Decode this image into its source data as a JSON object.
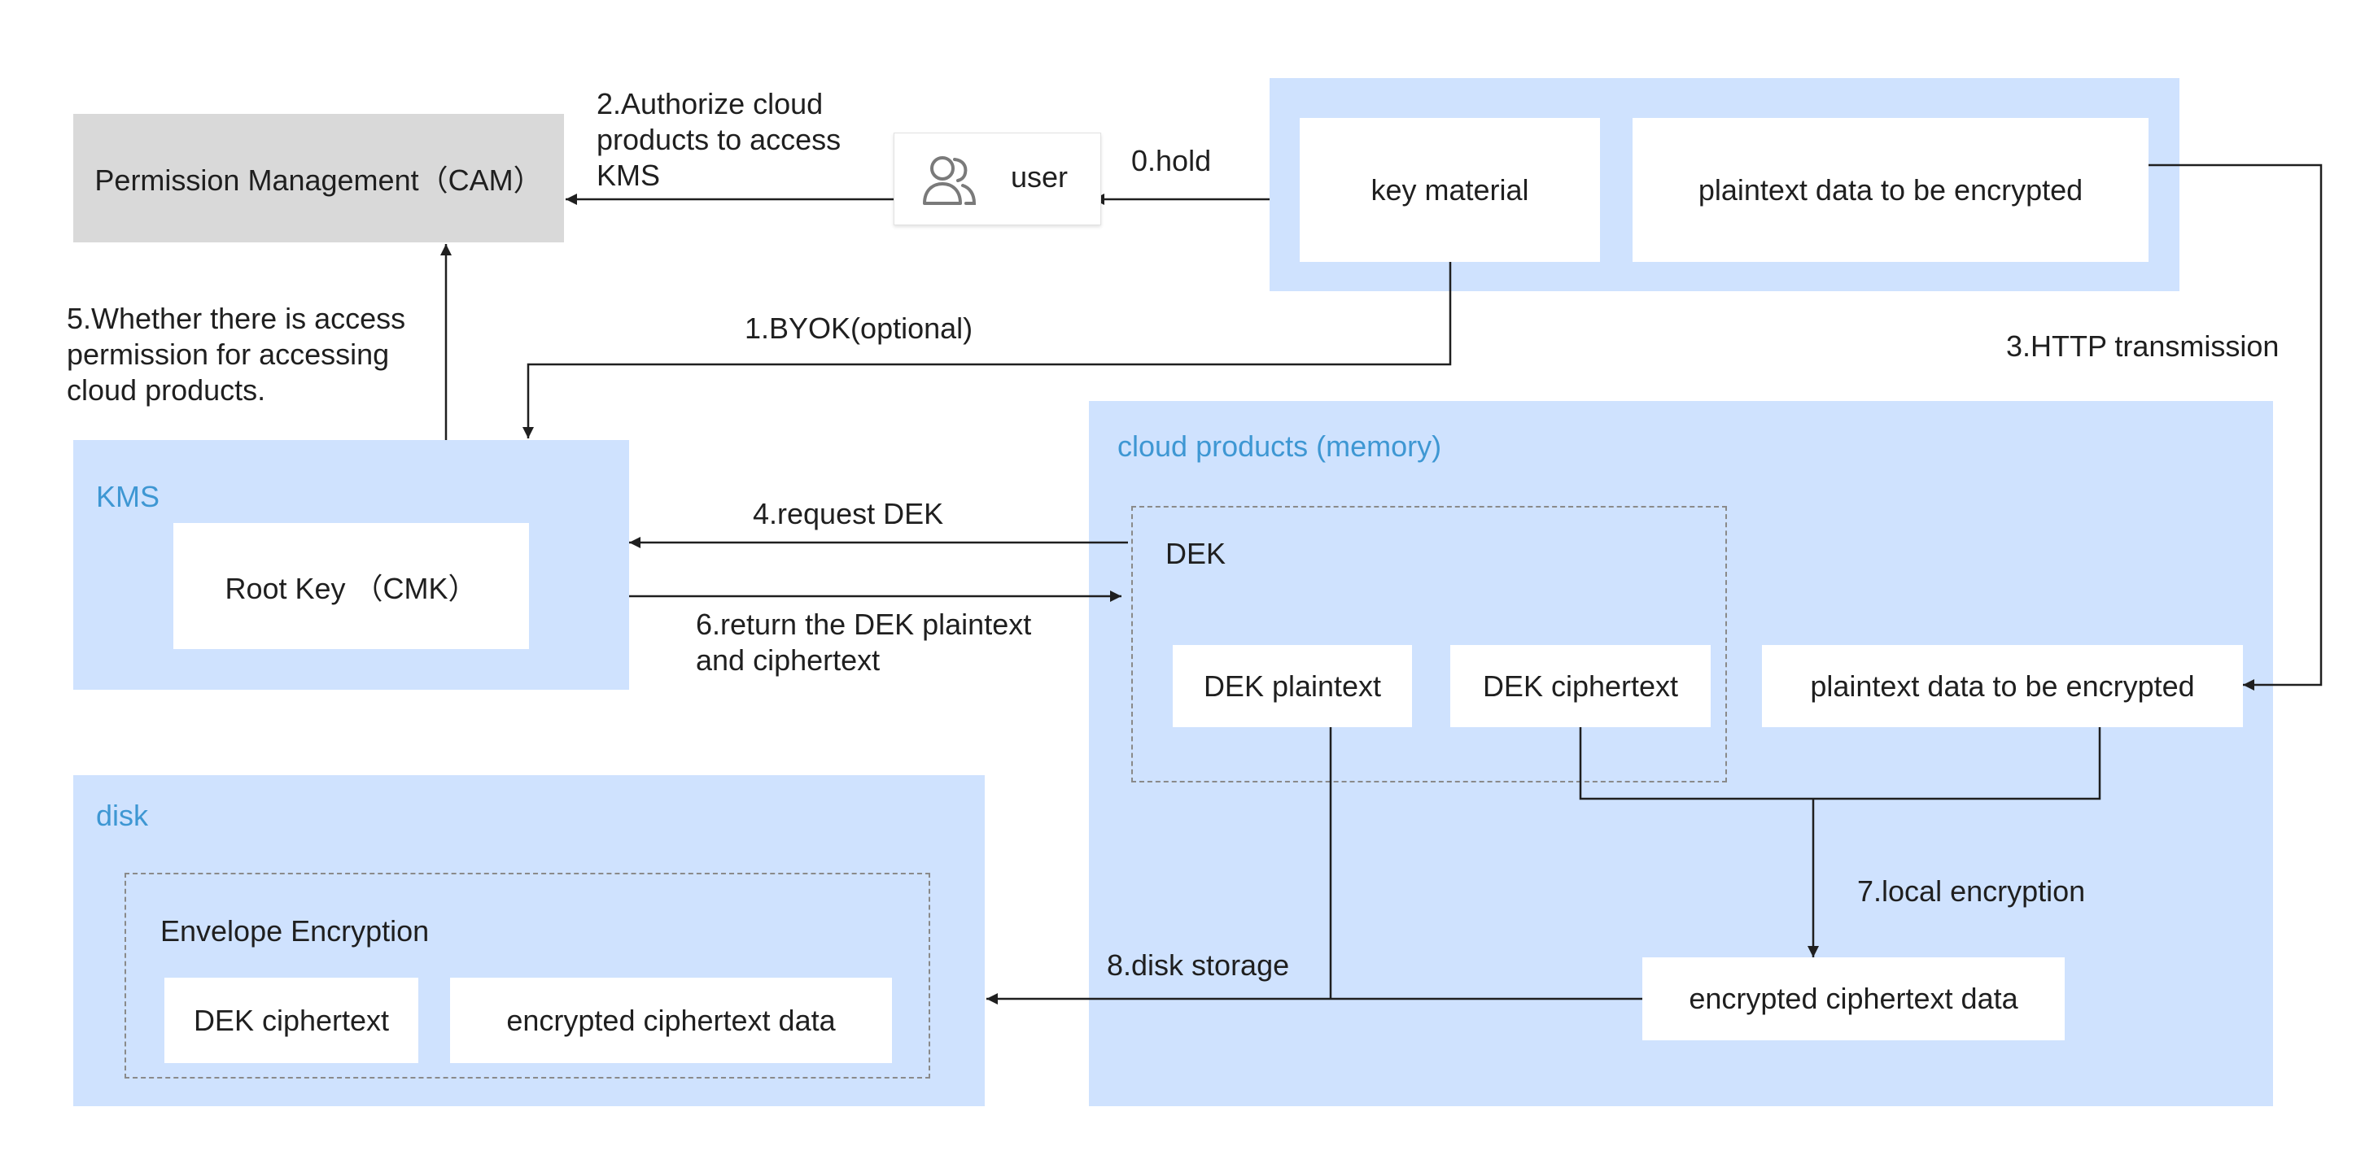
{
  "colors": {
    "region_fill": "#cfe2fe",
    "cam_fill": "#d9d9d9",
    "region_title": "#3e97d3",
    "line": "#1f1f1f",
    "dash": "#8a8a8a"
  },
  "nodes": {
    "cam": "Permission Management（CAM）",
    "user": "user",
    "key_material": "key material",
    "plaintext_top": "plaintext data to be encrypted",
    "root_key": "Root Key （CMK）",
    "dek_plaintext": "DEK plaintext",
    "dek_ciphertext": "DEK ciphertext",
    "plaintext_cloud": "plaintext data to be encrypted",
    "encrypted_cloud": "encrypted ciphertext data",
    "disk_dek_ciphertext": "DEK ciphertext",
    "disk_encrypted": "encrypted ciphertext data"
  },
  "regions": {
    "kms": "KMS",
    "cloud": "cloud products (memory)",
    "disk": "disk"
  },
  "groups": {
    "dek": "DEK",
    "envelope": "Envelope Encryption"
  },
  "icons": {
    "user": "users-icon"
  },
  "steps": {
    "s0": "0.hold",
    "s1": "1.BYOK(optional)",
    "s2": [
      "2.Authorize cloud",
      "products to access",
      "KMS"
    ],
    "s3": "3.HTTP transmission",
    "s4": "4.request DEK",
    "s5": [
      "5.Whether there is access",
      "permission for accessing",
      "cloud products."
    ],
    "s6": [
      "6.return the DEK plaintext",
      "and ciphertext"
    ],
    "s7": "7.local encryption",
    "s8": "8.disk storage"
  }
}
